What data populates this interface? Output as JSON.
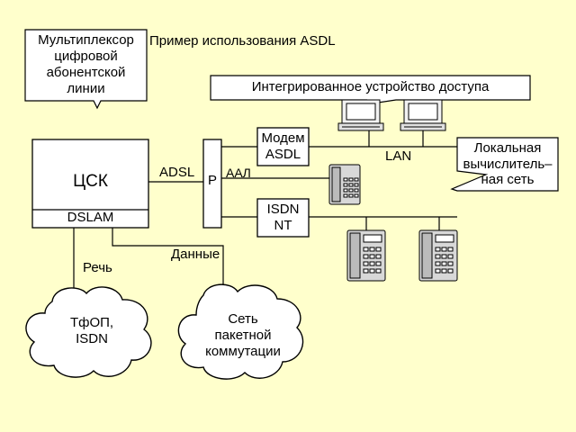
{
  "title": "Пример использования ASDL",
  "callouts": {
    "mux": "Мультиплексор\nцифровой\nабонентской\nлинии",
    "iad": "Интегрированное устройство доступа",
    "lan_desc": "Локальная\nвычислитель–\nная сеть"
  },
  "blocks": {
    "csk": "ЦСК",
    "dslam": "DSLAM",
    "splitter": "P",
    "modem": "Модем\nASDL",
    "isdn_nt": "ISDN\nNT"
  },
  "links": {
    "adsl": "ADSL",
    "aal": "AAЛ",
    "lan": "LAN",
    "voice": "Речь",
    "data": "Данные"
  },
  "clouds": {
    "pstn": "ТфОП,\nISDN",
    "packet": "Сеть\nпакетной\nкоммутации"
  },
  "colors": {
    "background": "#ffffcc",
    "block_fill": "#ffffff",
    "line": "#000000"
  }
}
